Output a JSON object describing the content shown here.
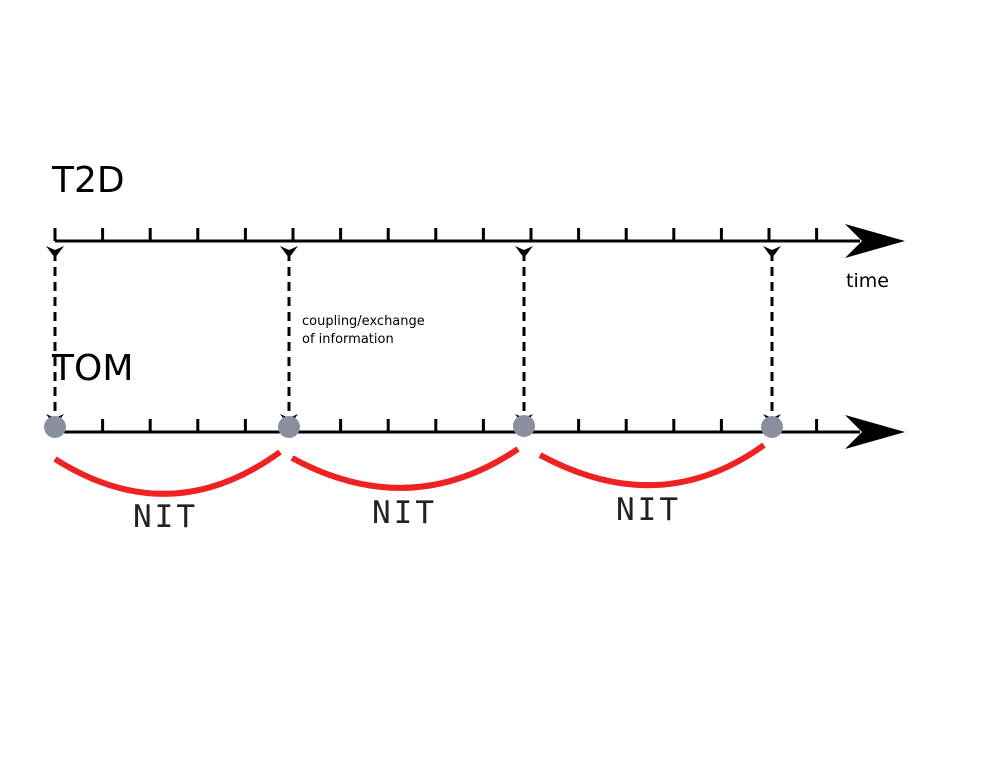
{
  "top_axis": {
    "label": "T2D",
    "axis_label": "time"
  },
  "bottom_axis": {
    "label": "TOM"
  },
  "coupling_note": {
    "line1": "coupling/exchange",
    "line2": "of information"
  },
  "intervals": [
    {
      "label": "NIT"
    },
    {
      "label": "NIT"
    },
    {
      "label": "NIT"
    }
  ],
  "colors": {
    "axis": "#000000",
    "interval_arc": "#ee2222",
    "coupling_point": "#8a8fa0"
  }
}
